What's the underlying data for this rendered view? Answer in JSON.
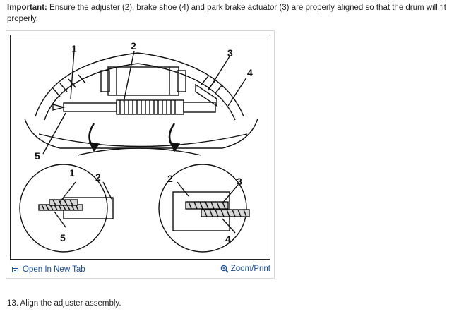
{
  "note": {
    "label": "Important:",
    "text": " Ensure the adjuster (2), brake shoe (4) and park brake actuator (3) are properly aligned so that the drum will fit properly."
  },
  "figure": {
    "callouts": {
      "c1": "1",
      "c2": "2",
      "c3": "3",
      "c4": "4",
      "c5": "5",
      "l1": "1",
      "l2": "2",
      "l5": "5",
      "r2": "2",
      "r3": "3",
      "r4": "4"
    },
    "open_tab_label": "Open In New Tab",
    "zoom_label": "Zoom/Print",
    "icons": {
      "open_tab": "open-tab-icon",
      "zoom": "magnifier-icon"
    },
    "link_color": "#1a4f9c"
  },
  "step": {
    "text": "13. Align the adjuster assembly."
  }
}
